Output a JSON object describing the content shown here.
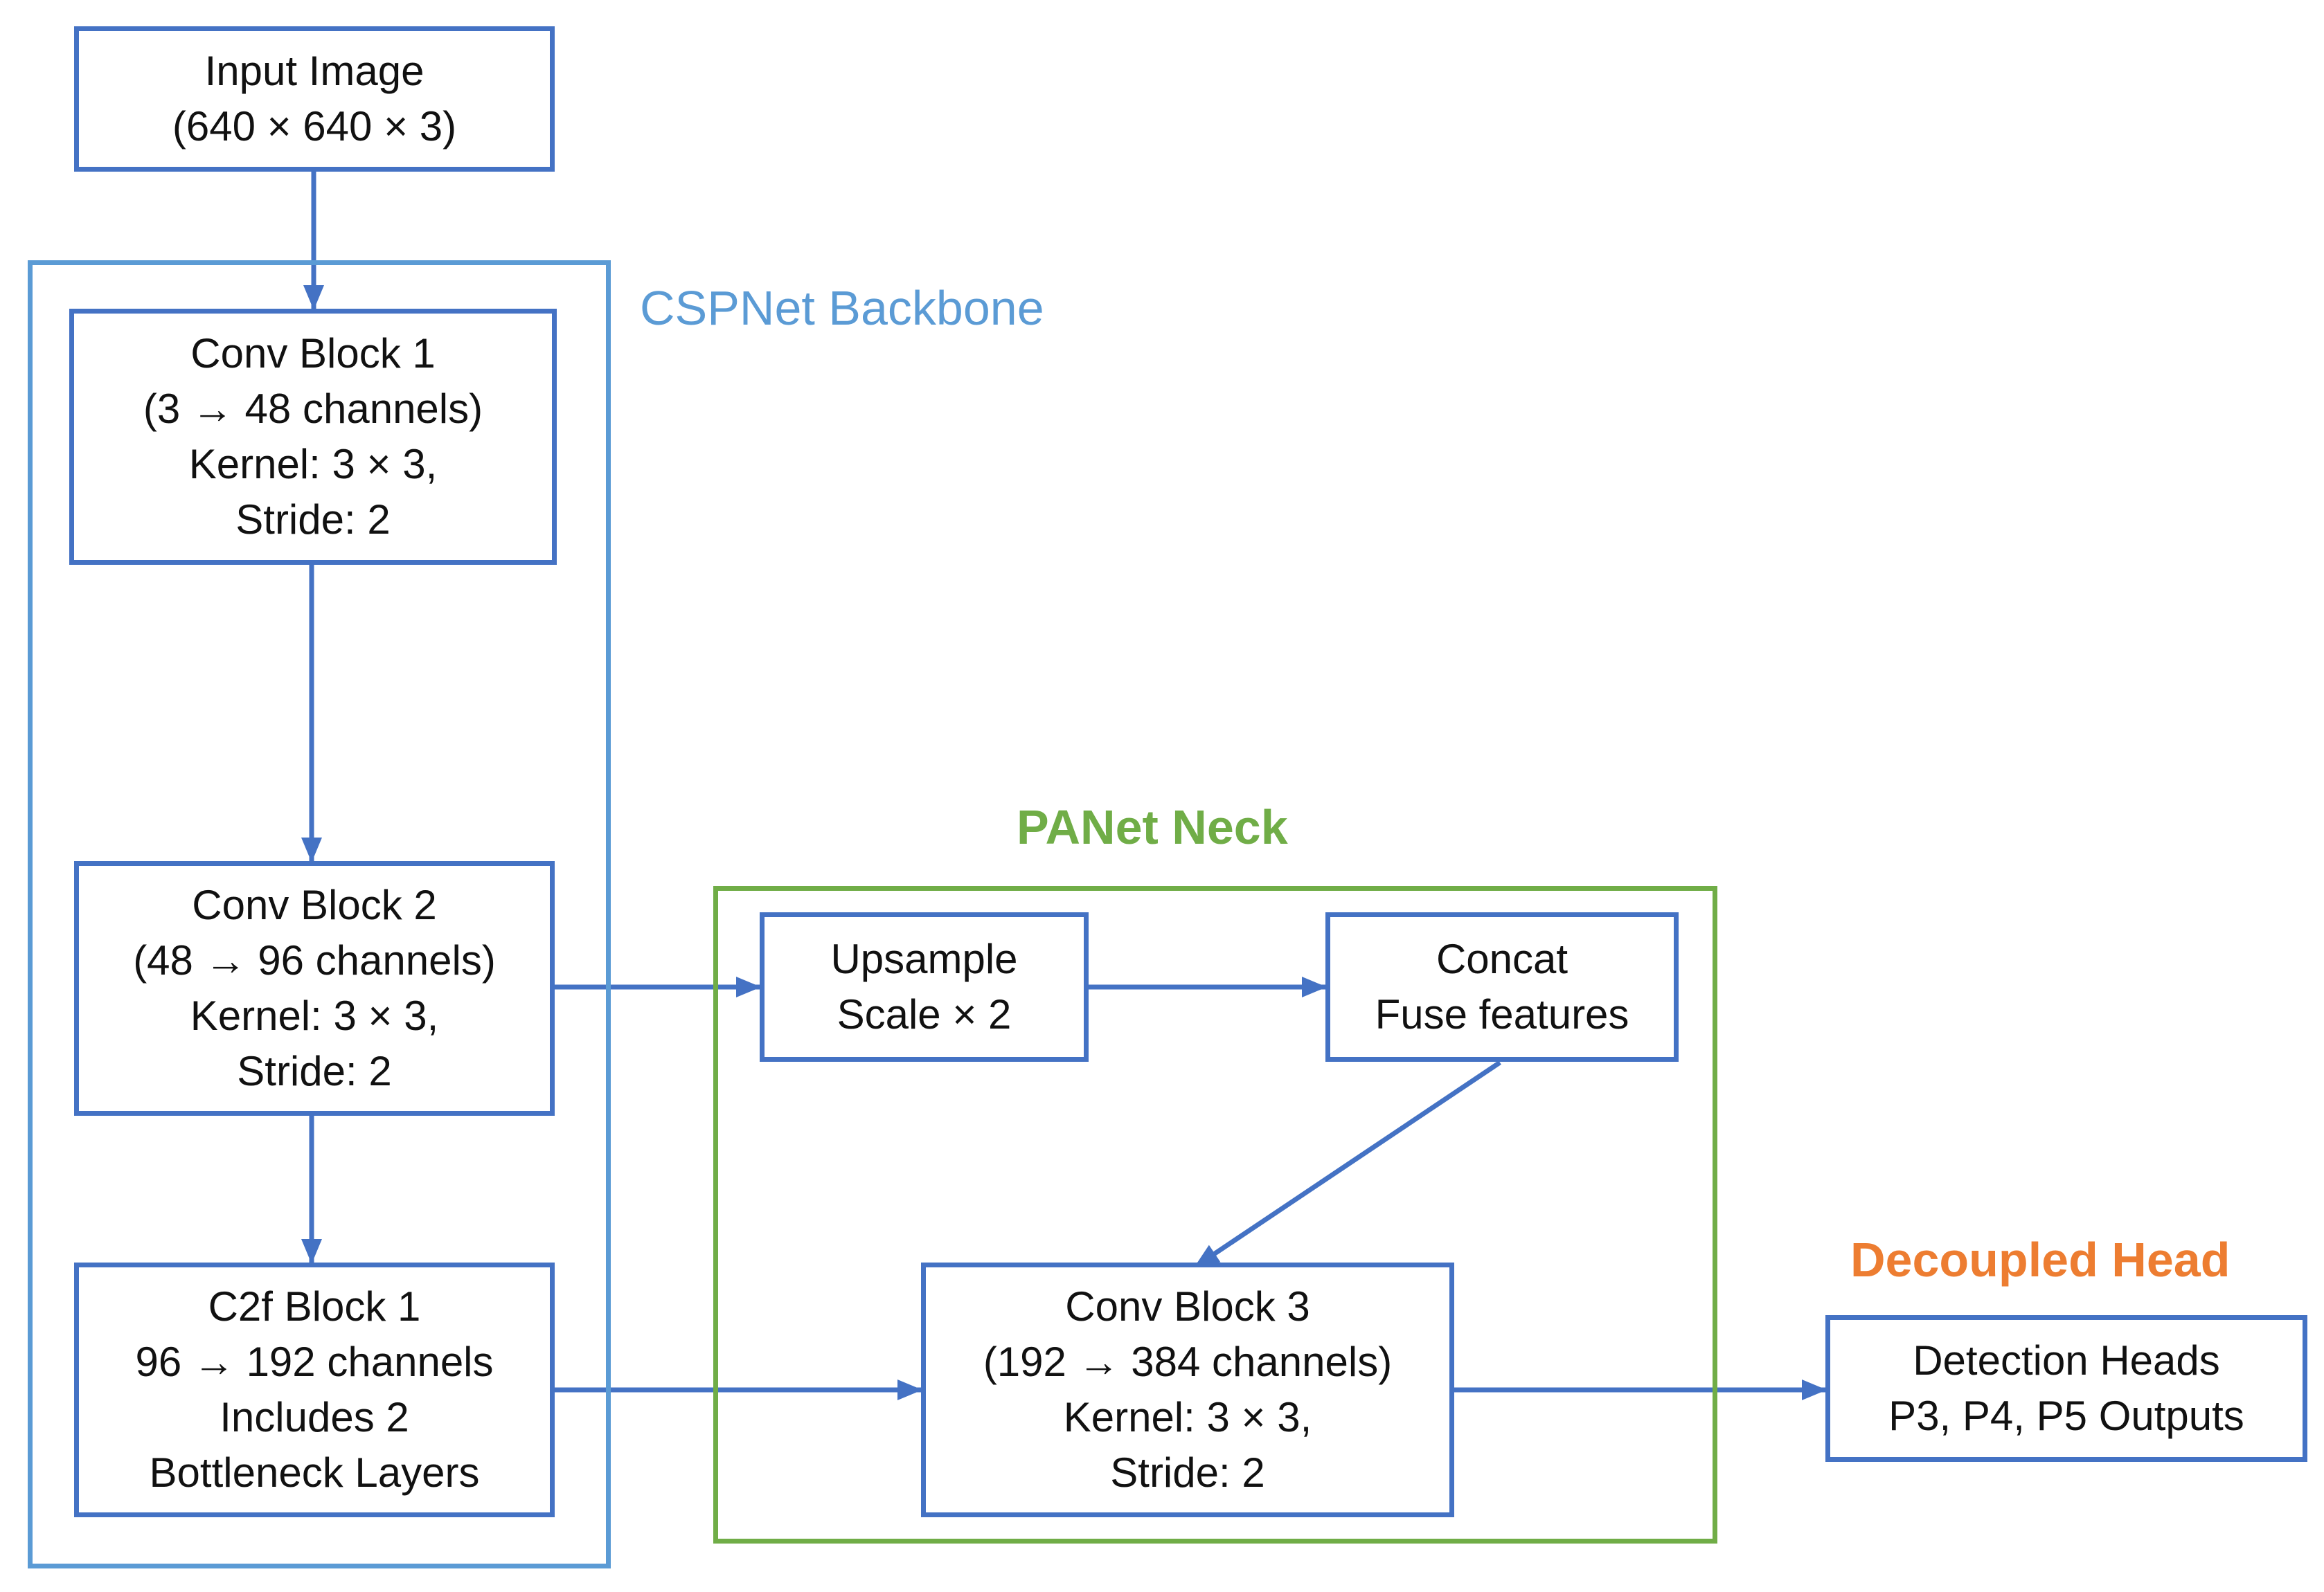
{
  "colors": {
    "box_border": "#4472c4",
    "arrow": "#4472c4",
    "backbone": "#5b9bd5",
    "neck": "#70ad47",
    "head": "#ed7d31",
    "text": "#111111"
  },
  "groups": {
    "backbone": {
      "label": "CSPNet Backbone"
    },
    "neck": {
      "label": "PANet Neck"
    },
    "head": {
      "label": "Decoupled Head"
    }
  },
  "nodes": {
    "input": {
      "lines": [
        "Input Image",
        "(640 × 640 × 3)"
      ]
    },
    "conv1": {
      "lines": [
        "Conv Block 1",
        "(3 → 48 channels)",
        "Kernel: 3 × 3,",
        "Stride: 2"
      ]
    },
    "conv2": {
      "lines": [
        "Conv Block 2",
        "(48 → 96 channels)",
        "Kernel: 3 × 3,",
        "Stride: 2"
      ]
    },
    "c2f1": {
      "lines": [
        "C2f Block 1",
        "96 → 192 channels",
        "Includes 2",
        "Bottleneck Layers"
      ]
    },
    "upsample": {
      "lines": [
        "Upsample",
        "Scale × 2"
      ]
    },
    "concat": {
      "lines": [
        "Concat",
        "Fuse features"
      ]
    },
    "conv3": {
      "lines": [
        "Conv Block 3",
        "(192 → 384 channels)",
        "Kernel: 3 × 3,",
        "Stride: 2"
      ]
    },
    "heads": {
      "lines": [
        "Detection Heads",
        "P3, P4, P5 Outputs"
      ]
    }
  }
}
